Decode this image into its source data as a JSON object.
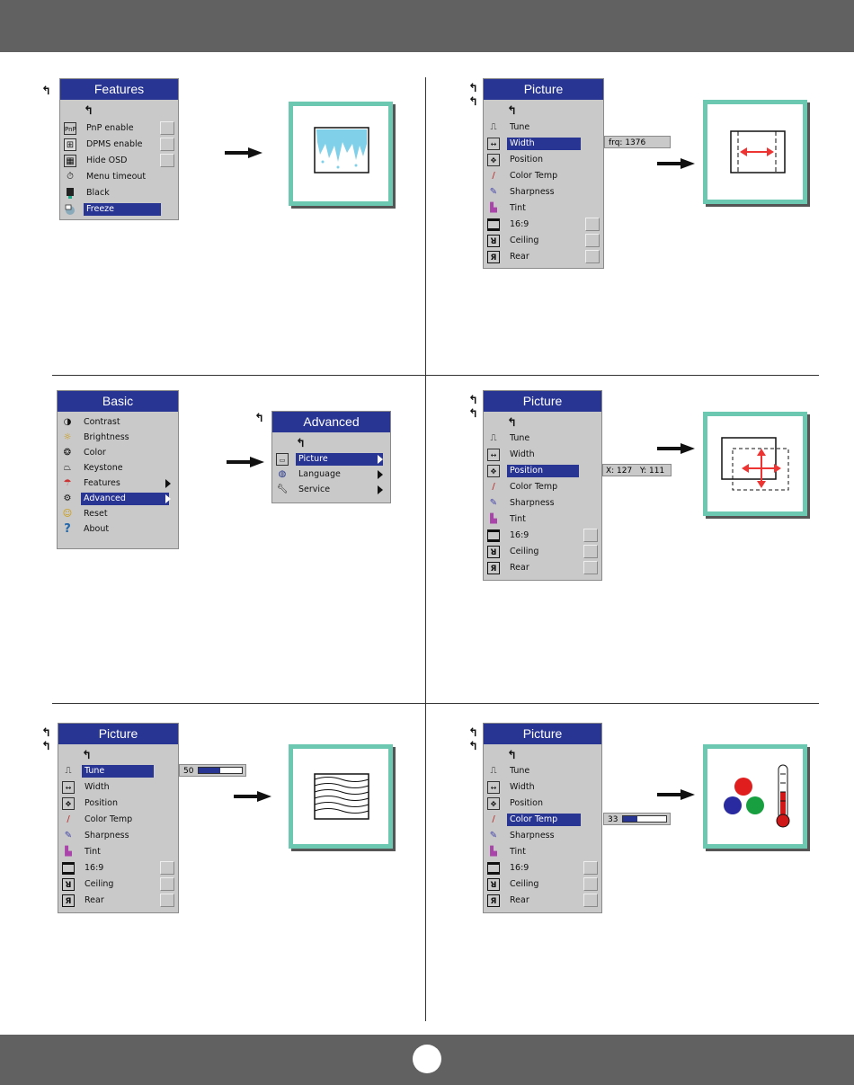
{
  "panels": {
    "features": {
      "title": "Features",
      "back": "↰",
      "items": [
        {
          "label": "PnP enable",
          "icon": "pnp-icon",
          "checkbox": true
        },
        {
          "label": "DPMS enable",
          "icon": "dpms-icon",
          "checkbox": true
        },
        {
          "label": "Hide OSD",
          "icon": "hide-osd-icon",
          "checkbox": true
        },
        {
          "label": "Menu timeout",
          "icon": "timeout-icon",
          "checkbox": false
        },
        {
          "label": "Black",
          "icon": "black-icon",
          "checkbox": false
        },
        {
          "label": "Freeze",
          "icon": "freeze-icon",
          "checkbox": false,
          "selected": true
        }
      ]
    },
    "basic": {
      "title": "Basic",
      "items": [
        {
          "label": "Contrast"
        },
        {
          "label": "Brightness"
        },
        {
          "label": "Color"
        },
        {
          "label": "Keystone"
        },
        {
          "label": "Features"
        },
        {
          "label": "Advanced",
          "selected": true
        },
        {
          "label": "Reset"
        },
        {
          "label": "About"
        }
      ]
    },
    "advanced": {
      "title": "Advanced",
      "items": [
        {
          "label": "Picture",
          "selected": true
        },
        {
          "label": "Language"
        },
        {
          "label": "Service"
        }
      ]
    },
    "picture": {
      "title": "Picture",
      "items": [
        {
          "label": "Tune"
        },
        {
          "label": "Width"
        },
        {
          "label": "Position"
        },
        {
          "label": "Color Temp"
        },
        {
          "label": "Sharpness"
        },
        {
          "label": "Tint"
        },
        {
          "label": "16:9"
        },
        {
          "label": "Ceiling"
        },
        {
          "label": "Rear"
        }
      ]
    }
  },
  "readouts": {
    "width_frq": "frq: 1376",
    "position_xy": "X: 127   Y: 111",
    "tune_value": "50",
    "tune_level": 0.5,
    "colortemp_value": "33",
    "colortemp_level": 0.33
  },
  "colors": {
    "bar": "#616161",
    "menu_title": "#283593",
    "menu_bg": "#c9c9c9",
    "card_border": "#6cc8b0"
  }
}
